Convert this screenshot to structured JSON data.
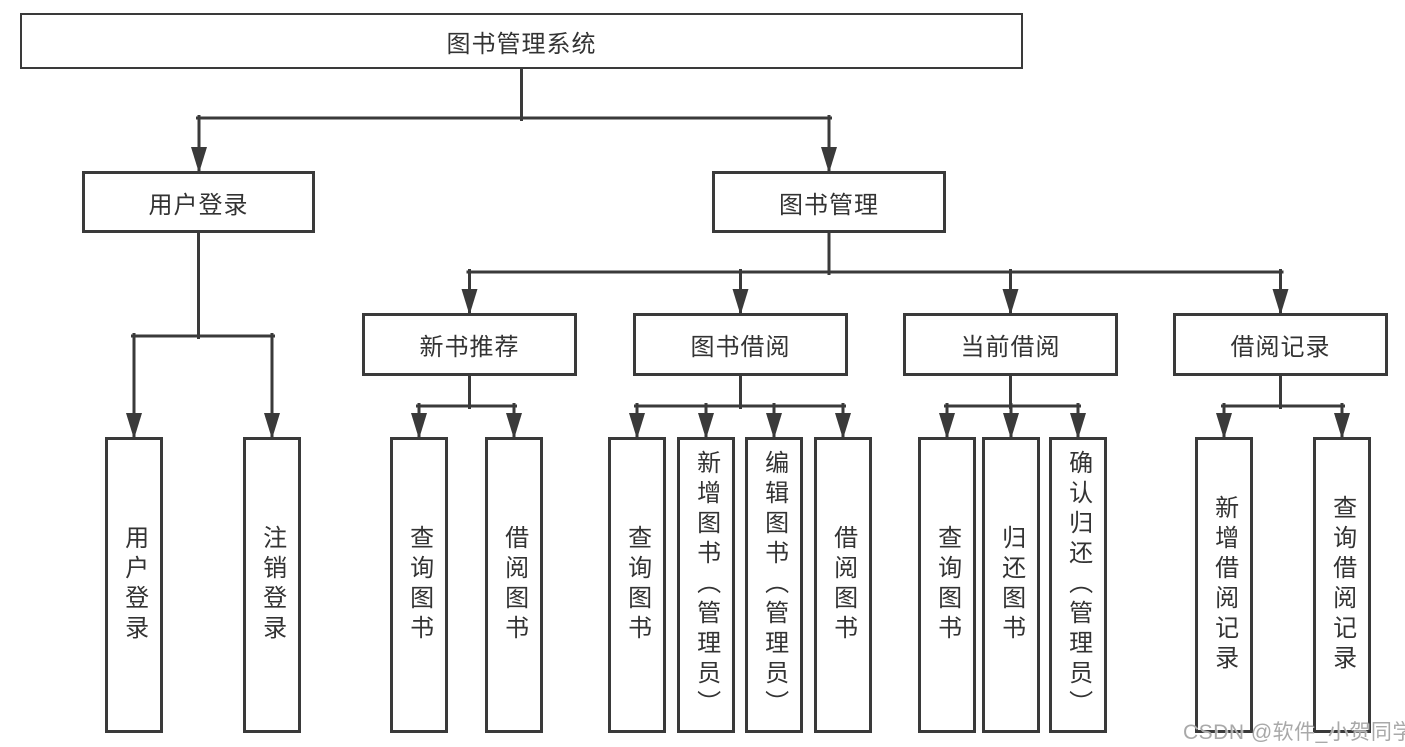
{
  "tree": {
    "root": {
      "label": "图书管理系统"
    },
    "level2": [
      {
        "label": "用户登录",
        "children": [
          {
            "label": "用户登录"
          },
          {
            "label": "注销登录"
          }
        ]
      },
      {
        "label": "图书管理",
        "children": [
          {
            "label": "新书推荐",
            "children": [
              {
                "label": "查询图书"
              },
              {
                "label": "借阅图书"
              }
            ]
          },
          {
            "label": "图书借阅",
            "children": [
              {
                "label": "查询图书"
              },
              {
                "label": "新增图书（管理员）"
              },
              {
                "label": "编辑图书（管理员）"
              },
              {
                "label": "借阅图书"
              }
            ]
          },
          {
            "label": "当前借阅",
            "children": [
              {
                "label": "查询图书"
              },
              {
                "label": "归还图书"
              },
              {
                "label": "确认归还（管理员）"
              }
            ]
          },
          {
            "label": "借阅记录",
            "children": [
              {
                "label": "新增借阅记录"
              },
              {
                "label": "查询借阅记录"
              }
            ]
          }
        ]
      }
    ]
  },
  "watermark": {
    "text": "CSDN @软件_小贺同学"
  },
  "colors": {
    "line": "#3a3a3a",
    "text": "#333333",
    "box_background": "#ffffff",
    "page_background": "#ffffff",
    "watermark": "#a9a9a9"
  }
}
